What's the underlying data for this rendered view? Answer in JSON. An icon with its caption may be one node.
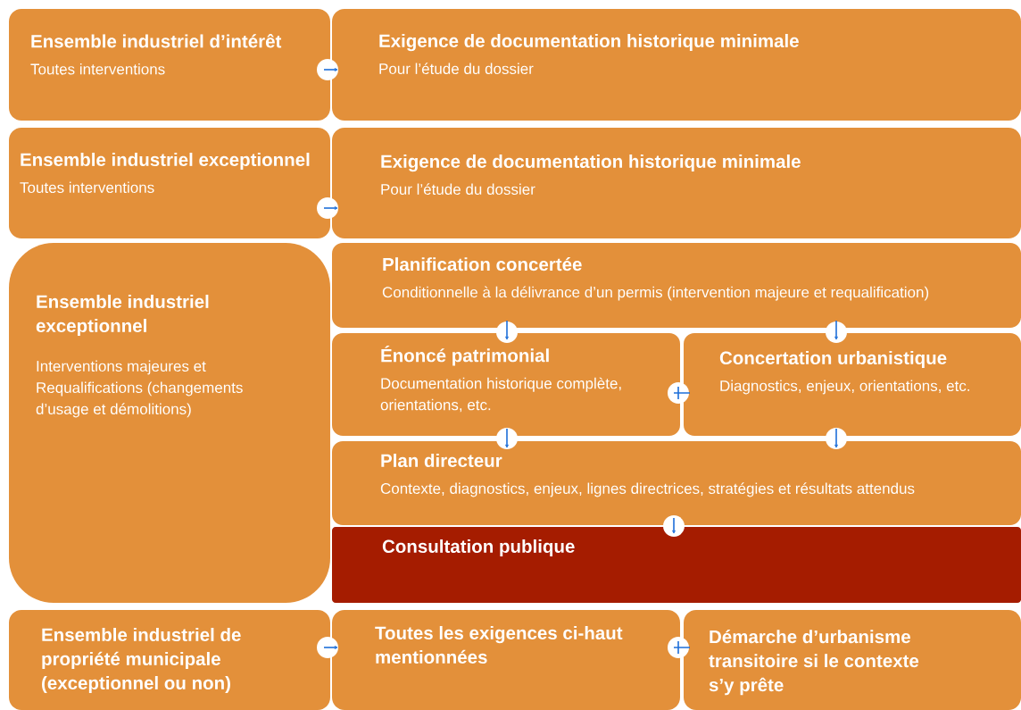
{
  "diagram": {
    "nodes": [
      {
        "text": [
          "Ensemble industriel d’intérêt",
          "Toutes interventions"
        ]
      },
      {
        "text": [
          "Exigence de documentation historique minimale",
          "Pour l’étude du dossier"
        ]
      },
      {
        "text": [
          "Ensemble industriel exceptionnel",
          "Toutes interventions"
        ]
      },
      {
        "text": [
          "Exigence de documentation historique minimale",
          "Pour l’étude du dossier"
        ]
      },
      {
        "text": [
          "Ensemble industriel exceptionnel",
          "Interventions majeures et Requalifications (changements d’usage et démolitions)"
        ]
      },
      {
        "text": [
          "Planification concertée",
          "Conditionnelle à la délivrance d’un permis (intervention majeure et requalification)"
        ]
      },
      {
        "text": [
          "Énoncé patrimonial",
          "Documentation historique complète, orientations, etc."
        ]
      },
      {
        "text": [
          "Concertation urbanistique",
          "Diagnostics, enjeux, orientations, etc."
        ]
      },
      {
        "text": [
          "Plan directeur",
          "Contexte, diagnostics, enjeux, lignes directrices, stratégies et résultats attendus"
        ]
      },
      {
        "text": [
          "Consultation publique"
        ]
      },
      {
        "text": [
          "Ensemble industriel de propriété municipale (exceptionnel ou non)"
        ]
      },
      {
        "text": [
          "Toutes les exigences ci-haut mentionnées"
        ]
      },
      {
        "text": [
          "Démarche d’urbanisme transitoire si le contexte s’y prête"
        ]
      }
    ],
    "edges": [
      {
        "from": 0,
        "to": 1,
        "arrow": "to"
      },
      {
        "from": 2,
        "to": 3,
        "arrow": "to"
      },
      {
        "from": 5,
        "to": 6,
        "arrow": "to"
      },
      {
        "from": 5,
        "to": 7,
        "arrow": "to"
      },
      {
        "from": 6,
        "to": 7,
        "arrow": "none"
      },
      {
        "from": 6,
        "to": 8,
        "arrow": "to"
      },
      {
        "from": 7,
        "to": 8,
        "arrow": "to"
      },
      {
        "from": 8,
        "to": 9,
        "arrow": "to"
      },
      {
        "from": 10,
        "to": 11,
        "arrow": "to"
      },
      {
        "from": 11,
        "to": 12,
        "arrow": "none"
      }
    ]
  }
}
